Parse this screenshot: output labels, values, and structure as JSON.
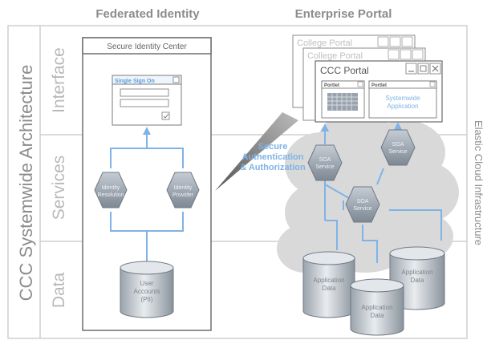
{
  "headers": {
    "federated": "Federated Identity",
    "enterprise": "Enterprise Portal"
  },
  "vertical_title": "CCC Systemwide Architecture",
  "right_label": "Elastic Cloud Infrastructure",
  "rows": {
    "interface": "Interface",
    "services": "Services",
    "data": "Data"
  },
  "secure_identity_center": "Secure Identity Center",
  "sso": {
    "title": "Single Sign On"
  },
  "identity_resolution": [
    "Identity",
    "Resolution"
  ],
  "identity_provider": [
    "Identity",
    "Provider"
  ],
  "user_accounts": [
    "User",
    "Accounts",
    "(PII)"
  ],
  "portals": {
    "back1": "College Portal",
    "back2": "College Portal",
    "front": "CCC Portal",
    "portlet1": "Portlet",
    "portlet2": "Portlet",
    "app_line1": "Systemwide",
    "app_line2": "Application"
  },
  "secure_auth": [
    "Secure",
    "Authentication",
    "& Authorization"
  ],
  "soa": [
    "SOA",
    "Service"
  ],
  "app_data": [
    "Application",
    "Data"
  ],
  "colors": {
    "accent_blue": "#7fb3e6",
    "text_gray": "#8c8c8c",
    "hexagon_fill": "#9aa3ad",
    "cloud_fill": "#d8d8d8"
  }
}
